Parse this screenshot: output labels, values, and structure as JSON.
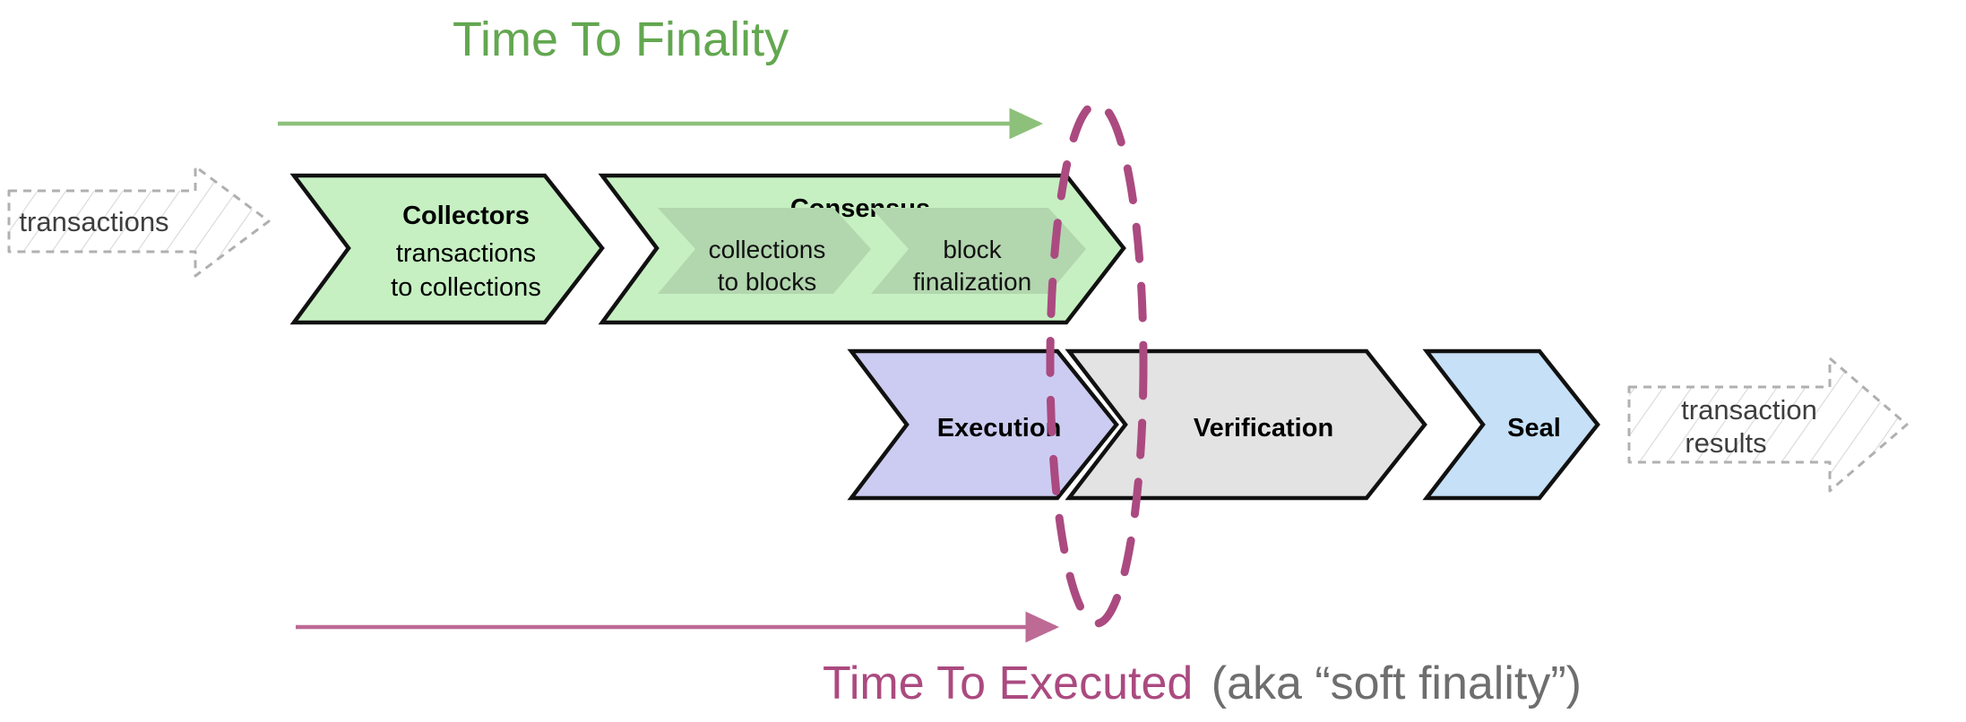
{
  "diagram": {
    "title_top": "Time To Finality",
    "title_bottom_primary": "Time To Executed",
    "title_bottom_secondary": "(aka “soft finality”)",
    "colors": {
      "green_accent": "#63a750",
      "magenta_accent": "#ab4a80",
      "gray_text": "#6e6e6e",
      "collectors_fill": "#c6f0c2",
      "consensus_fill": "#c6f0c2",
      "sub_chevron_fill": "#b2d6ae",
      "execution_fill": "#ccccf2",
      "verification_fill": "#e3e3e3",
      "seal_fill": "#c5e0f7",
      "ghost_outline": "#b0b0b0",
      "stroke": "#000000"
    }
  },
  "input": {
    "label": "transactions"
  },
  "output": {
    "line1": "transaction",
    "line2": "results"
  },
  "pipeline_top": [
    {
      "id": "collectors",
      "title": "Collectors",
      "sub_line1": "transactions",
      "sub_line2": "to collections"
    },
    {
      "id": "consensus",
      "title": "Consensus",
      "sub_chevrons": [
        {
          "id": "collections-to-blocks",
          "line1": "collections",
          "line2": "to blocks"
        },
        {
          "id": "block-finalization",
          "line1": "block",
          "line2": "finalization"
        }
      ]
    }
  ],
  "pipeline_bottom": [
    {
      "id": "execution",
      "title": "Execution"
    },
    {
      "id": "verification",
      "title": "Verification"
    },
    {
      "id": "seal",
      "title": "Seal"
    }
  ],
  "annotations": {
    "finality_arrow": "time-to-finality-arrow",
    "executed_arrow": "time-to-executed-arrow",
    "boundary_ellipse": "finality-boundary-ellipse"
  }
}
